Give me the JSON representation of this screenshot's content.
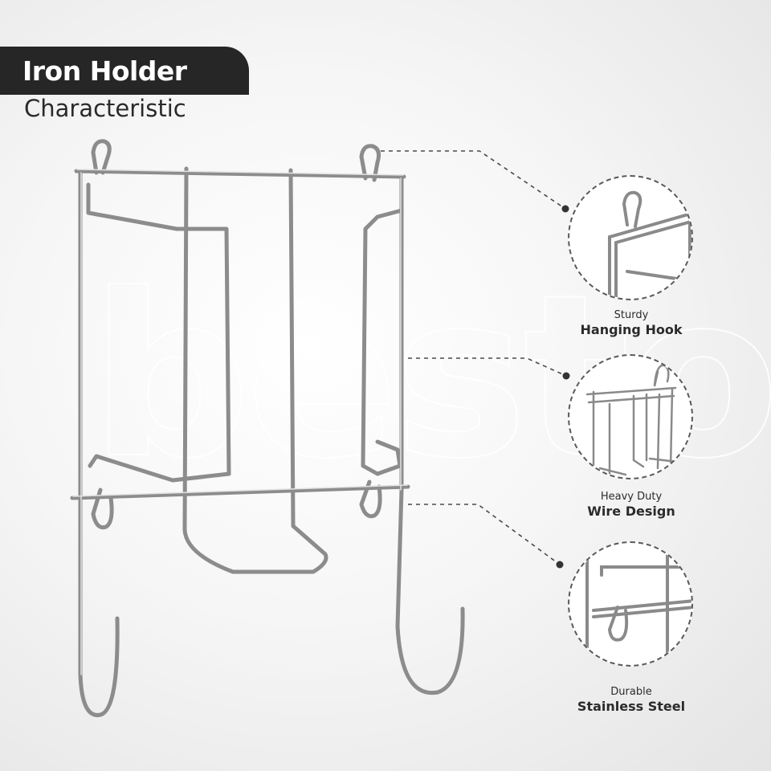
{
  "header": {
    "title": "Iron Holder",
    "subtitle": "Characteristic"
  },
  "watermark": "besto",
  "features": [
    {
      "small": "Sturdy",
      "big": "Hanging Hook",
      "icon": "hook-detail-icon"
    },
    {
      "small": "Heavy Duty",
      "big": "Wire Design",
      "icon": "wire-detail-icon"
    },
    {
      "small": "Durable",
      "big": "Stainless Steel",
      "icon": "steel-detail-icon"
    }
  ],
  "colors": {
    "banner": "#262626",
    "chrome": "#9a9a9a",
    "dashed_line": "#4a4a4a"
  }
}
